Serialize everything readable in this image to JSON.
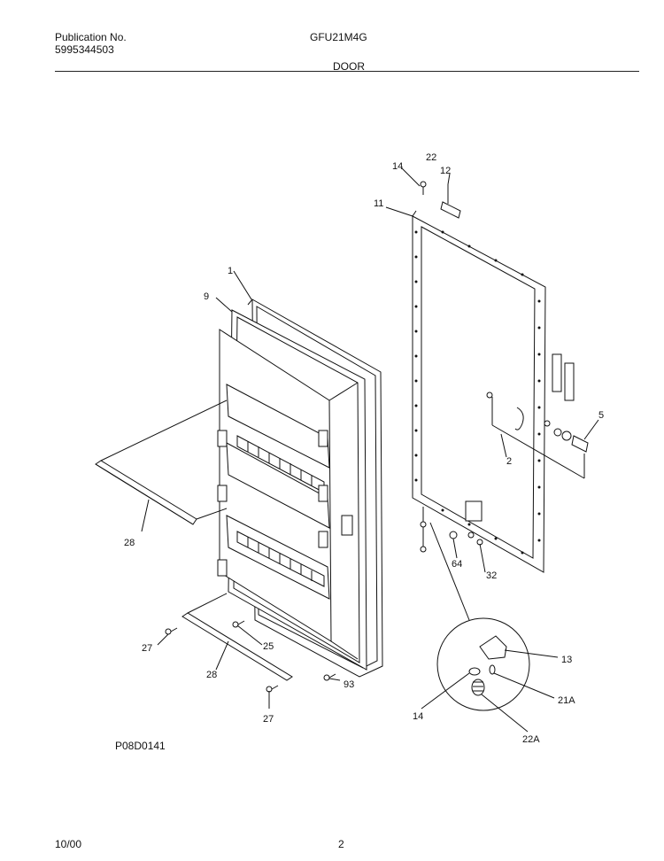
{
  "header": {
    "publication_label": "Publication No.",
    "publication_number": "5995344503",
    "model": "GFU21M4G",
    "section_title": "DOOR"
  },
  "diagram": {
    "drawing_code": "P08D0141",
    "callouts": {
      "c1": "1",
      "c9": "9",
      "c28a": "28",
      "c27a": "27",
      "c25": "25",
      "c28b": "28",
      "c27b": "27",
      "c93": "93",
      "c14a": "14",
      "c22": "22",
      "c12": "12",
      "c11": "11",
      "c5": "5",
      "c2": "2",
      "c64": "64",
      "c32": "32",
      "c13": "13",
      "c21a": "21A",
      "c14b": "14",
      "c22a": "22A"
    }
  },
  "footer": {
    "date": "10/00",
    "page_number": "2"
  }
}
